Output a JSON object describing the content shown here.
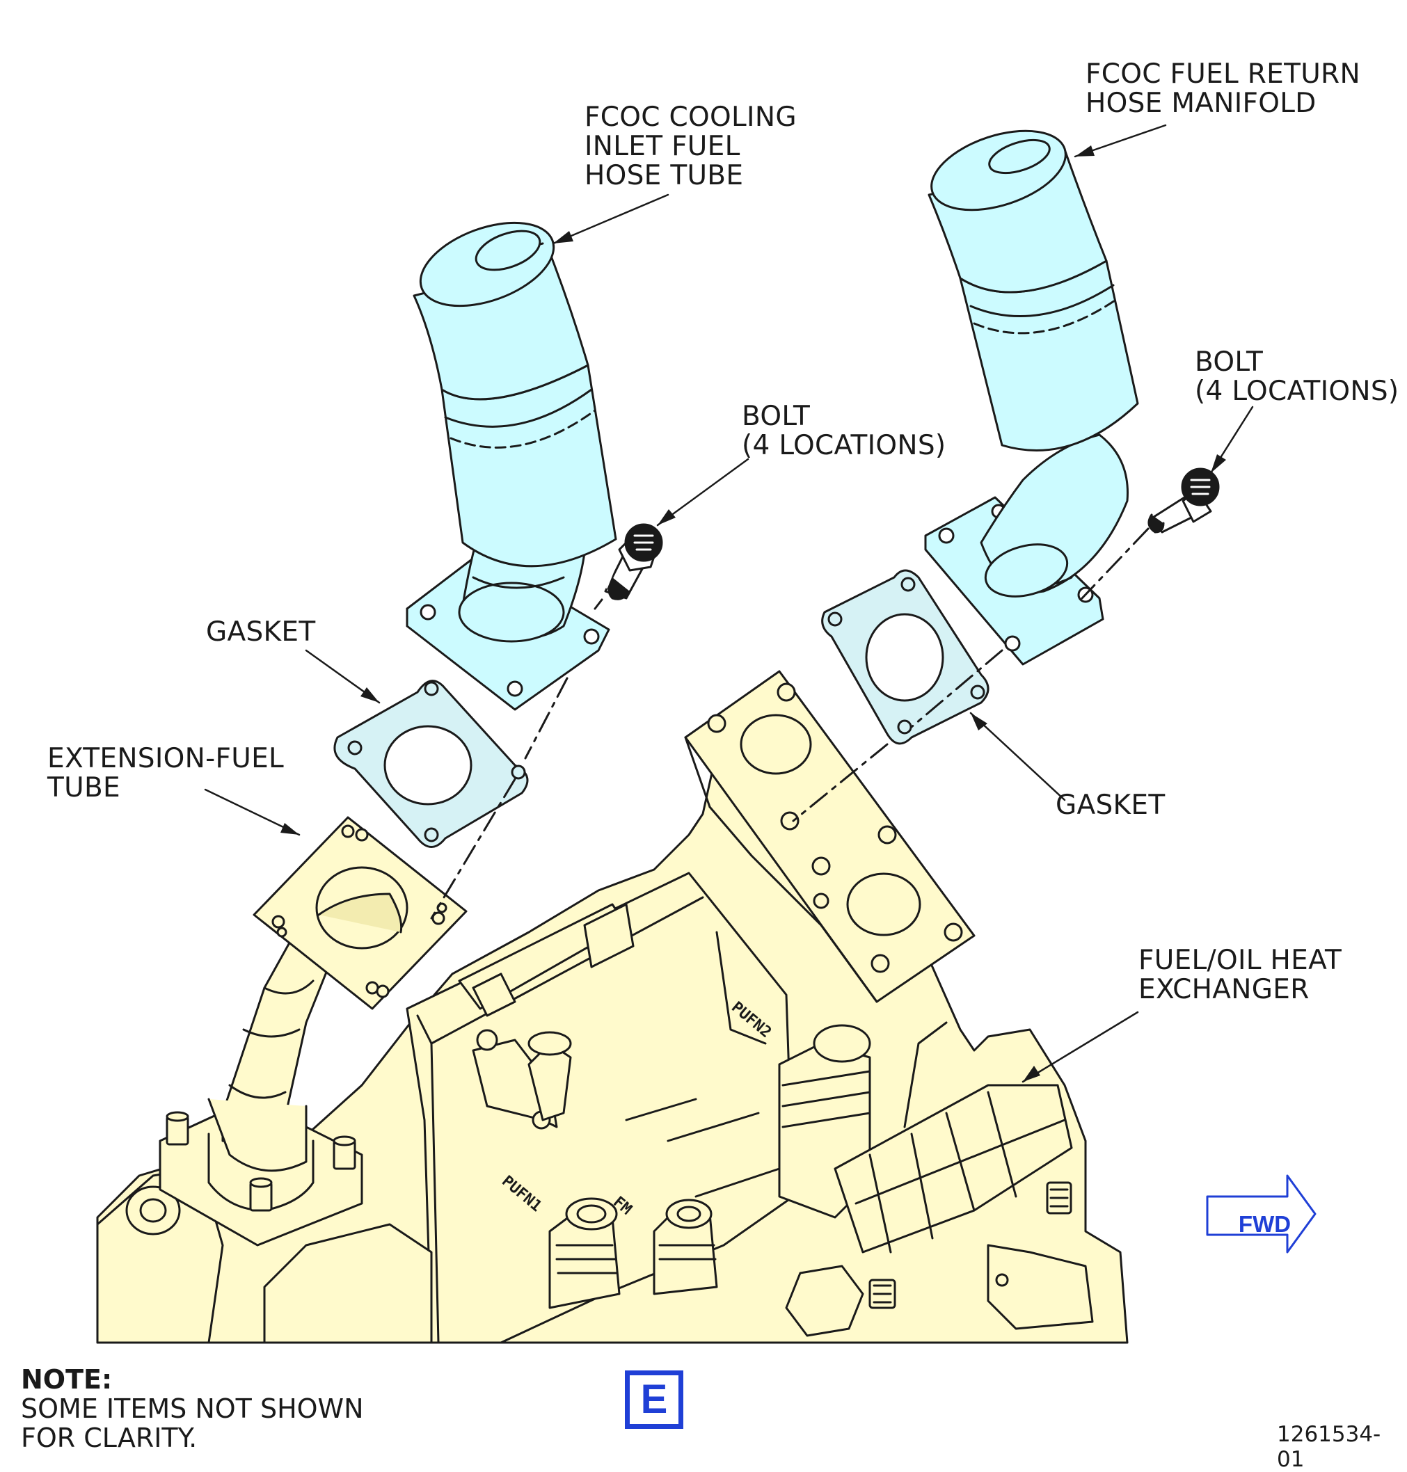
{
  "labels": {
    "fcoc_inlet": [
      "FCOC COOLING",
      "INLET FUEL",
      "HOSE TUBE"
    ],
    "fcoc_return": [
      "FCOC FUEL RETURN",
      "HOSE MANIFOLD"
    ],
    "bolt_left": [
      "BOLT",
      "(4 LOCATIONS)"
    ],
    "bolt_right": [
      "BOLT",
      "(4 LOCATIONS)"
    ],
    "gasket_left": "GASKET",
    "gasket_right": "GASKET",
    "extension_tube": [
      "EXTENSION-FUEL",
      "TUBE"
    ],
    "heat_exchanger": [
      "FUEL/OIL HEAT",
      "EXCHANGER"
    ]
  },
  "part_markings": [
    "PUFN2",
    "PUFN1",
    "FM"
  ],
  "note": {
    "heading": "NOTE:",
    "lines": [
      "SOME ITEMS NOT SHOWN",
      "FOR CLARITY."
    ]
  },
  "fwd_arrow": "FWD",
  "view_letter": "E",
  "figure_number": "1261534-01",
  "colors": {
    "hose_fill": "#ccfbff",
    "gasket_fill": "#d6f2f5",
    "component_fill": "#fffacc",
    "line": "#1a1a1a",
    "accent_blue": "#1f3fd6"
  }
}
